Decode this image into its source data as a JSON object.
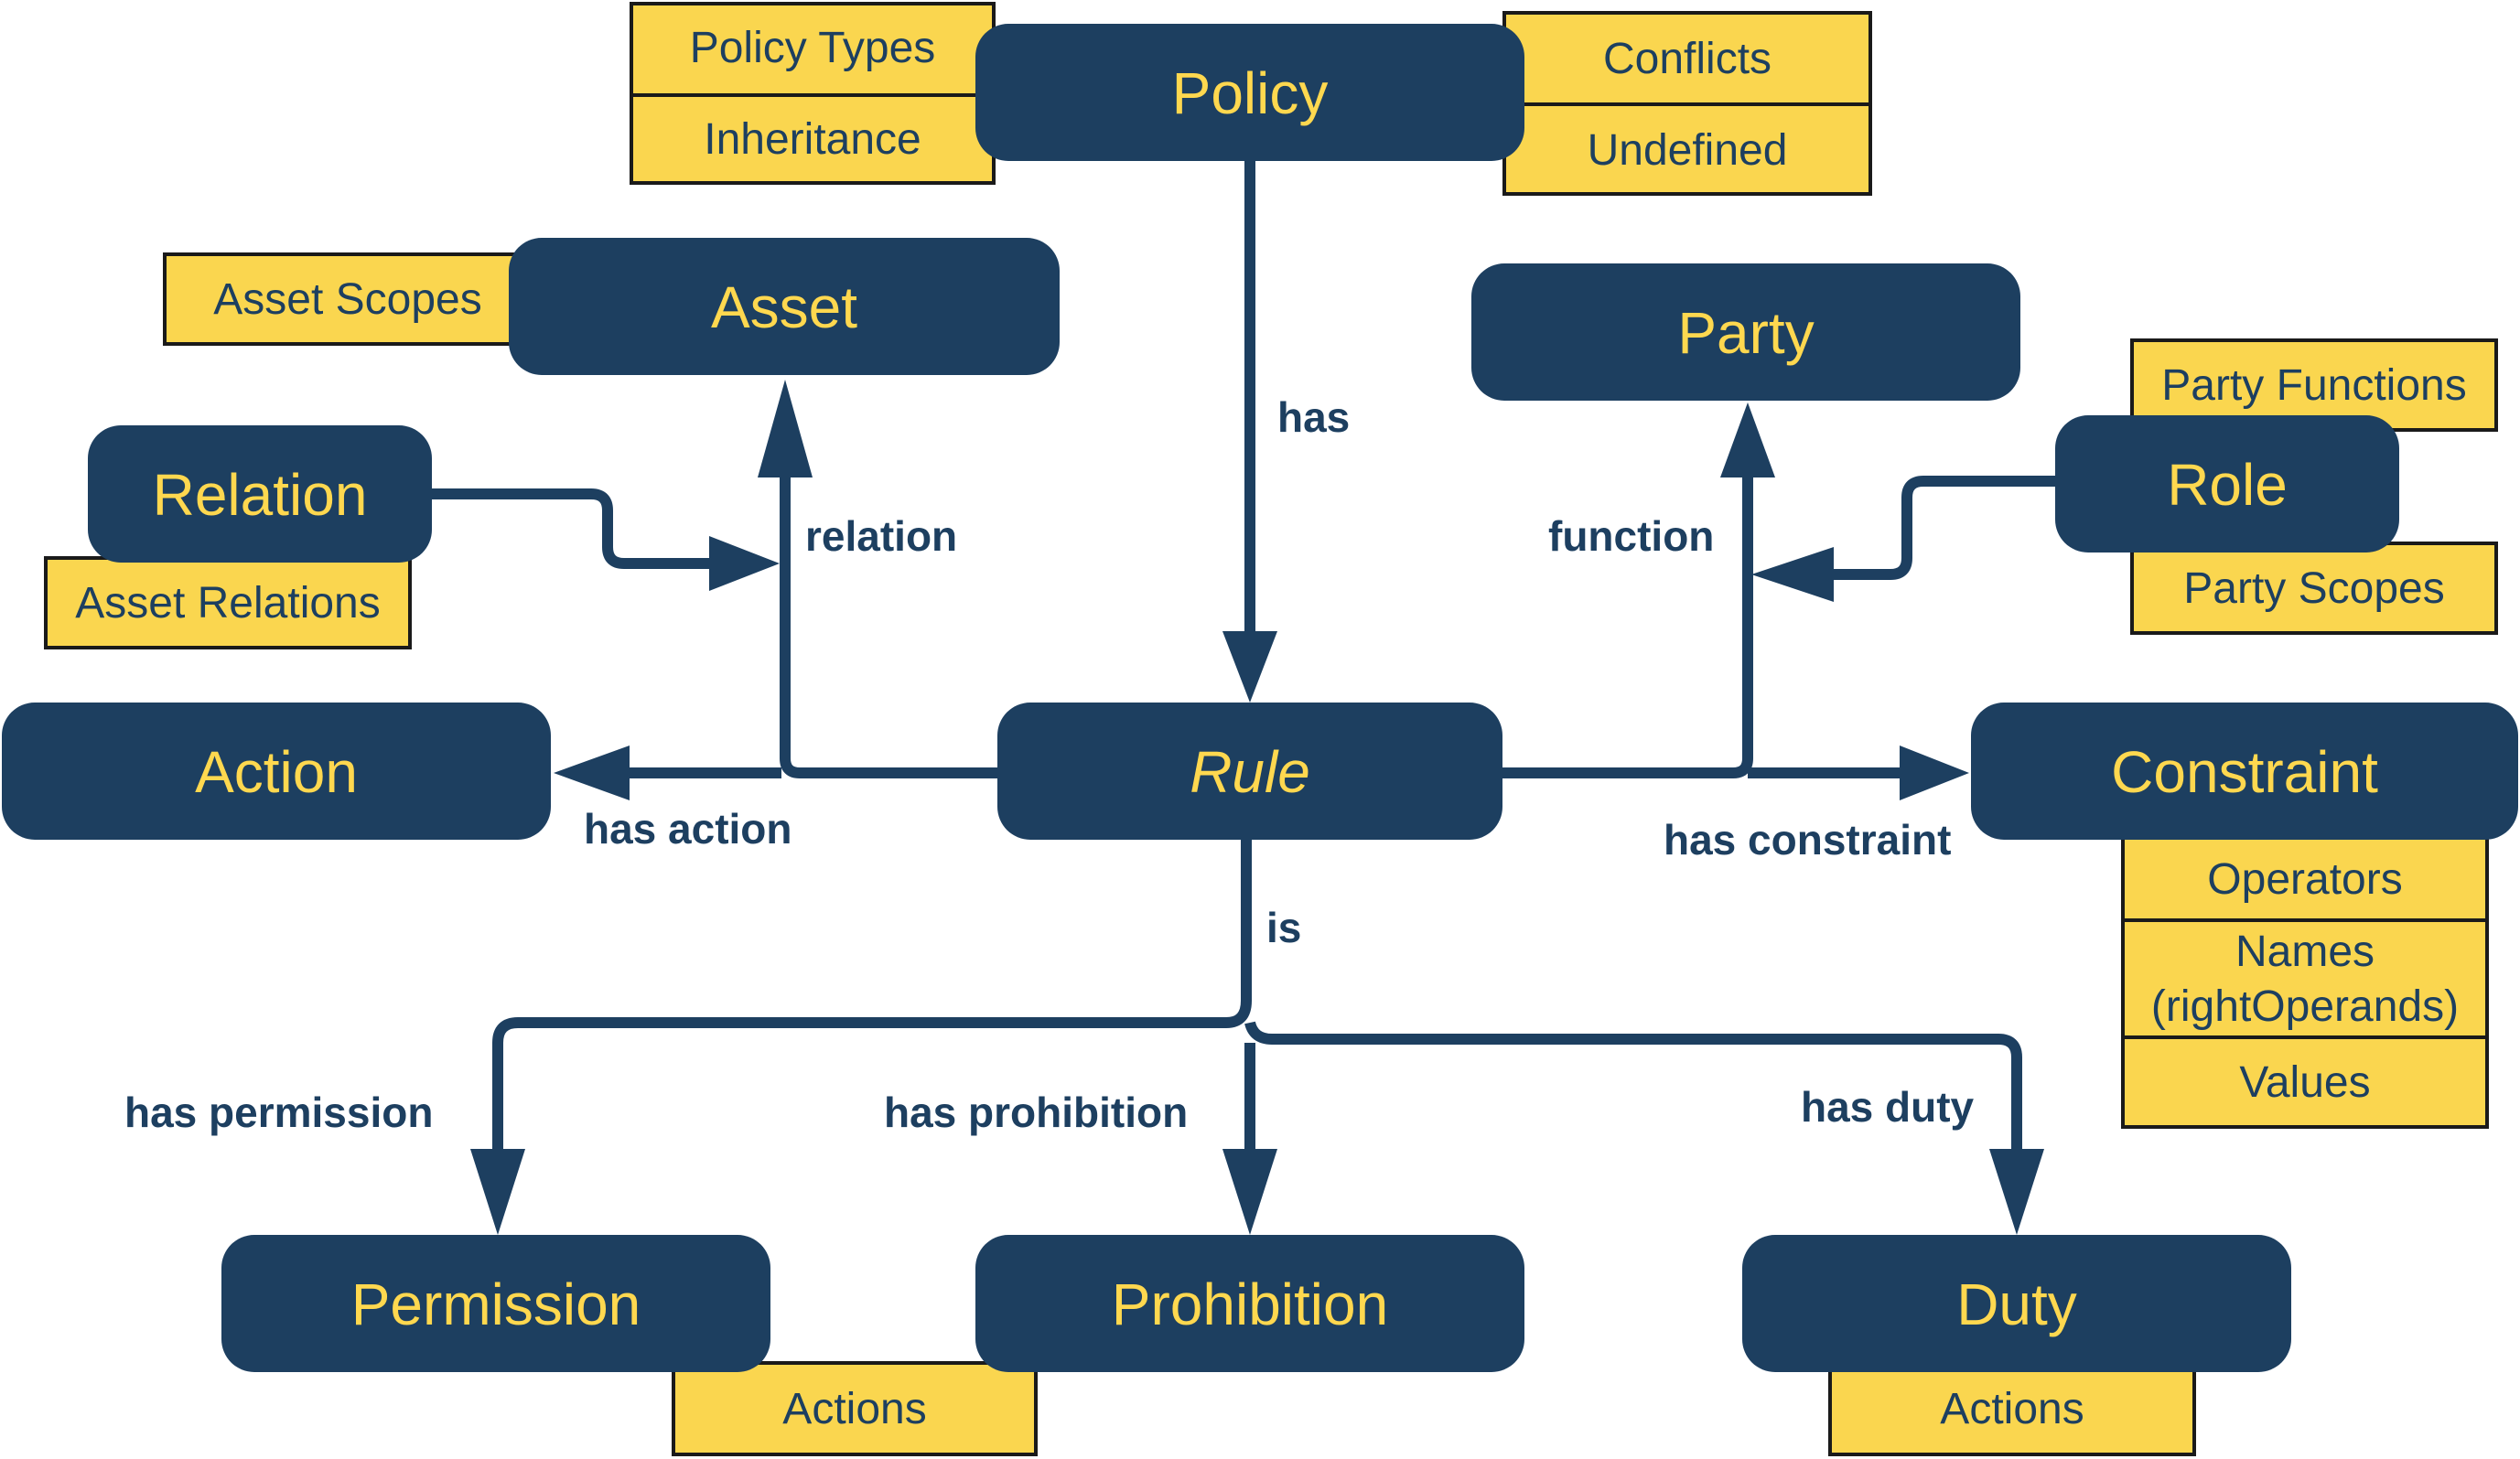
{
  "colors": {
    "node_fill": "#1d3f60",
    "node_text": "#ffd84f",
    "tag_fill": "#fad64f",
    "tag_text": "#1d3f60",
    "edge": "#1d3f60"
  },
  "nodes": {
    "policy": "Policy",
    "asset": "Asset",
    "party": "Party",
    "relation": "Relation",
    "role": "Role",
    "action": "Action",
    "rule": "Rule",
    "constraint": "Constraint",
    "permission": "Permission",
    "prohibition": "Prohibition",
    "duty": "Duty"
  },
  "tags": {
    "policy_types": "Policy Types",
    "inheritance": "Inheritance",
    "conflicts": "Conflicts",
    "undefined": "Undefined",
    "asset_scopes": "Asset Scopes",
    "asset_relations": "Asset Relations",
    "party_functions": "Party Functions",
    "party_scopes": "Party Scopes",
    "operators": "Operators",
    "names_line1": "Names",
    "names_line2": "(rightOperands)",
    "values": "Values",
    "permission_actions": "Actions",
    "duty_actions": "Actions"
  },
  "edges": {
    "has": "has",
    "relation": "relation",
    "function": "function",
    "has_action": "has action",
    "has_constraint": "has constraint",
    "is": "is",
    "has_permission": "has permission",
    "has_prohibition": "has prohibition",
    "has_duty": "has duty"
  }
}
